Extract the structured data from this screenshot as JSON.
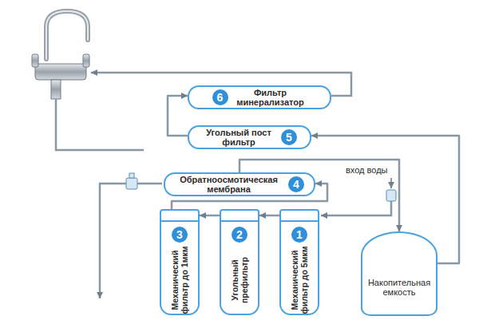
{
  "diagram": {
    "nodes": [
      {
        "text": [
          "6",
          "Фильтр минерализатор"
        ]
      },
      {
        "text": [
          "Угольный пост фильтр",
          "5"
        ]
      },
      {
        "text": [
          "Обратноосмотическая мембрана",
          "4"
        ]
      },
      {
        "text": [
          "3",
          "Механический фильтр до 1мкм"
        ]
      },
      {
        "text": [
          "2",
          "Угольный префильтр"
        ]
      },
      {
        "text": [
          "1",
          "Механический фильтр до 5мкм"
        ]
      },
      {
        "text": [
          "Накопительная емкость"
        ]
      }
    ],
    "edges": [
      {
        "from": 5,
        "to": 4,
        "arrow": "to"
      },
      {
        "from": 4,
        "to": 3,
        "arrow": "to"
      },
      {
        "from": 3,
        "to": 2,
        "arrow": "to"
      },
      {
        "from": 2,
        "to": 6,
        "arrow": "to"
      },
      {
        "from": 6,
        "to": 1,
        "arrow": "to"
      },
      {
        "from": 1,
        "to": 0,
        "arrow": "to"
      }
    ],
    "labels": [
      "вход воды"
    ]
  }
}
